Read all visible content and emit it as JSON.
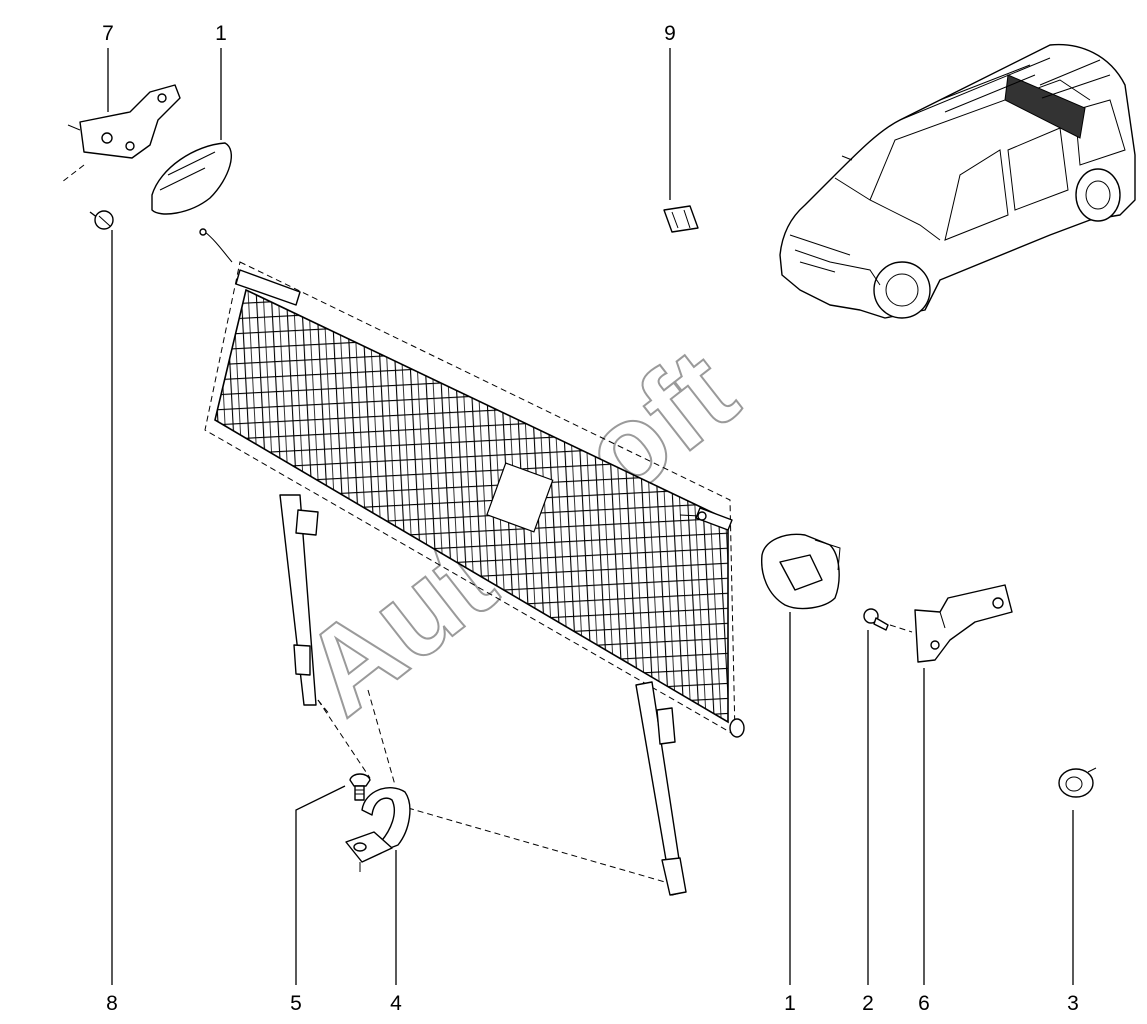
{
  "watermark": "AutoSoft",
  "callouts": [
    {
      "id": "c7-top",
      "number": "7"
    },
    {
      "id": "c1-top",
      "number": "1"
    },
    {
      "id": "c9-top",
      "number": "9"
    },
    {
      "id": "c8-bottom",
      "number": "8"
    },
    {
      "id": "c5-bottom",
      "number": "5"
    },
    {
      "id": "c4-bottom",
      "number": "4"
    },
    {
      "id": "c1-bottom",
      "number": "1"
    },
    {
      "id": "c2-bottom",
      "number": "2"
    },
    {
      "id": "c6-bottom",
      "number": "6"
    },
    {
      "id": "c3-bottom",
      "number": "3"
    }
  ]
}
